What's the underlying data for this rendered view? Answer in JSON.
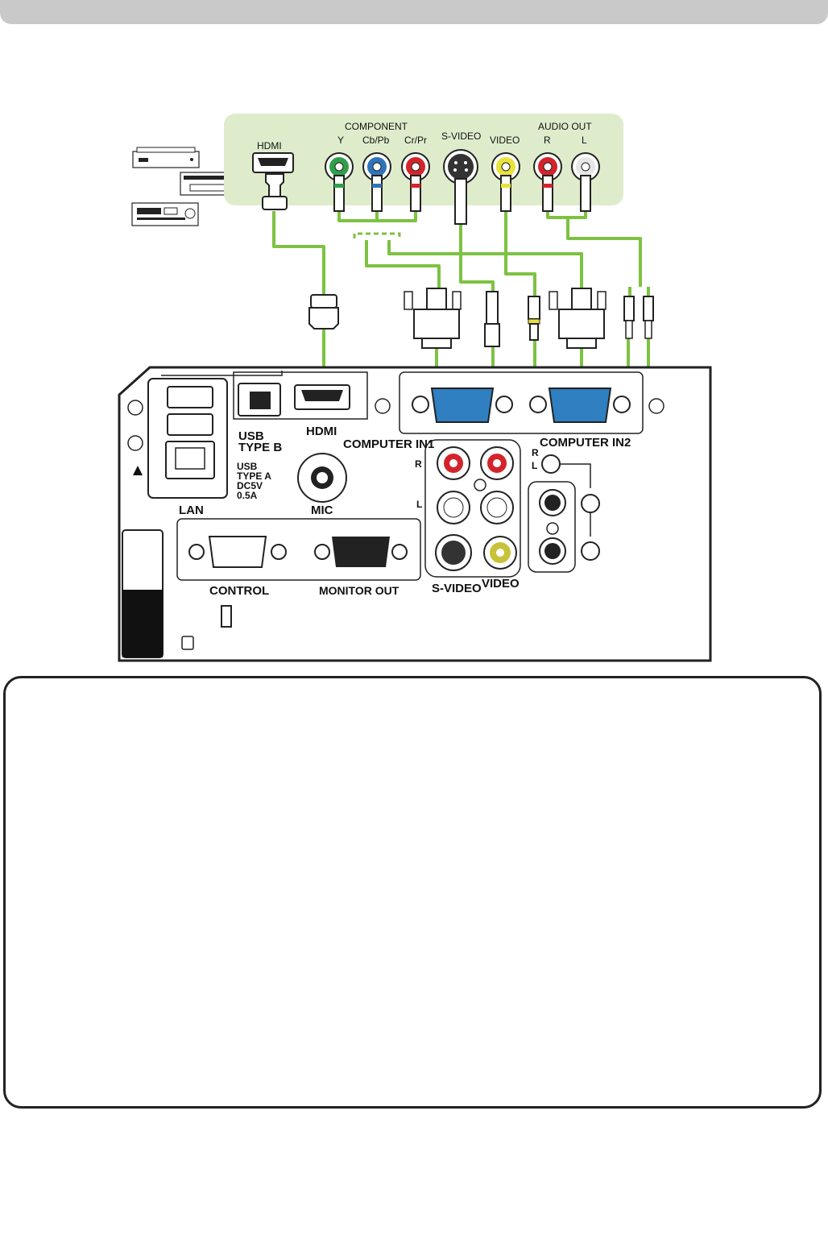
{
  "source_panel": {
    "hdmi": "HDMI",
    "component": "COMPONENT",
    "y": "Y",
    "cb_pb": "Cb/Pb",
    "cr_pr": "Cr/Pr",
    "s_video": "S-VIDEO",
    "video": "VIDEO",
    "audio_out": "AUDIO OUT",
    "audio_r": "R",
    "audio_l": "L"
  },
  "projector_panel": {
    "lan": "LAN",
    "usb_type_b_1": "USB",
    "usb_type_b_2": "TYPE B",
    "hdmi": "HDMI",
    "usb_type_a_1": "USB",
    "usb_type_a_2": "TYPE A",
    "usb_type_a_3": "DC5V",
    "usb_type_a_4": "0.5A",
    "mic": "MIC",
    "computer_in1": "COMPUTER IN1",
    "computer_in2": "COMPUTER IN2",
    "audio_r": "R",
    "audio_l": "L",
    "audio_r2": "R",
    "audio_l2": "L",
    "control": "CONTROL",
    "monitor_out": "MONITOR OUT",
    "s_video": "S-VIDEO",
    "video": "VIDEO"
  },
  "colors": {
    "cable": "#7dc242",
    "panel_bg": "#dfeccc",
    "vga_blue": "#2f7fc1",
    "rca_green": "#2fa04a",
    "rca_blue": "#2f74b8",
    "rca_red": "#d4242b",
    "rca_yellow": "#e9e23a"
  }
}
